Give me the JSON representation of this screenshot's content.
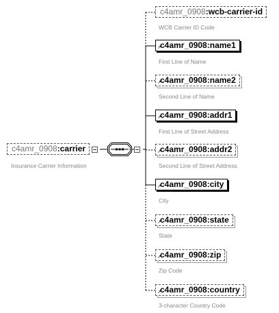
{
  "root": {
    "prefix": "c4amr_0908",
    "name": "carrier",
    "caption": "Insurance Carrier Information",
    "icon": "minus-icon"
  },
  "compositor": {
    "type": "sequence",
    "icon": "sequence-icon"
  },
  "children": [
    {
      "prefix": "c4amr_0908",
      "name": "wcb-carrier-id",
      "caption": "WCB Carrier ID Code",
      "required": false,
      "reference": false
    },
    {
      "prefix": "c4amr_0908",
      "name": "name1",
      "caption": "First Line of Name",
      "required": true,
      "reference": true
    },
    {
      "prefix": "c4amr_0908",
      "name": "name2",
      "caption": "Second Line of Name",
      "required": false,
      "reference": true
    },
    {
      "prefix": "c4amr_0908",
      "name": "addr1",
      "caption": "First Line of Street Address",
      "required": true,
      "reference": true
    },
    {
      "prefix": "c4amr_0908",
      "name": "addr2",
      "caption": "Second Line of Street Address",
      "required": false,
      "reference": true
    },
    {
      "prefix": "c4amr_0908",
      "name": "city",
      "caption": "City",
      "required": true,
      "reference": true
    },
    {
      "prefix": "c4amr_0908",
      "name": "state",
      "caption": "State",
      "required": false,
      "reference": true
    },
    {
      "prefix": "c4amr_0908",
      "name": "zip",
      "caption": "Zip Code",
      "required": false,
      "reference": true
    },
    {
      "prefix": "c4amr_0908",
      "name": "country",
      "caption": "3-character Country Code",
      "required": false,
      "reference": true
    }
  ]
}
